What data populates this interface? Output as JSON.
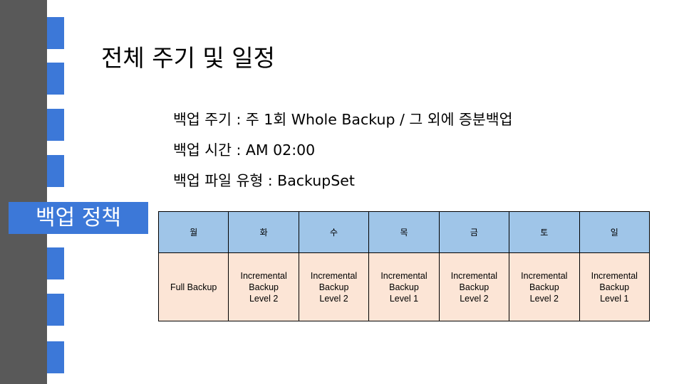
{
  "slide": {
    "title": "전체 주기 및 일정",
    "section_label": "백업 정책"
  },
  "info": [
    "백업 주기 : 주 1회 Whole Backup / 그 외에 증분백업",
    "백업 시간 : AM 02:00",
    "백업 파일 유형 : BackupSet"
  ],
  "schedule": {
    "days": [
      "월",
      "화",
      "수",
      "목",
      "금",
      "토",
      "일"
    ],
    "plans": [
      [
        "Full Backup"
      ],
      [
        "Incremental",
        "Backup",
        "Level 2"
      ],
      [
        "Incremental",
        "Backup",
        "Level 2"
      ],
      [
        "Incremental",
        "Backup",
        "Level 1"
      ],
      [
        "Incremental",
        "Backup",
        "Level 2"
      ],
      [
        "Incremental",
        "Backup",
        "Level 2"
      ],
      [
        "Incremental",
        "Backup",
        "Level 1"
      ]
    ]
  },
  "colors": {
    "sidebar": "#595959",
    "accent": "#3c78d8",
    "header_fill": "#9fc5e8",
    "cell_fill": "#fce5d6"
  }
}
